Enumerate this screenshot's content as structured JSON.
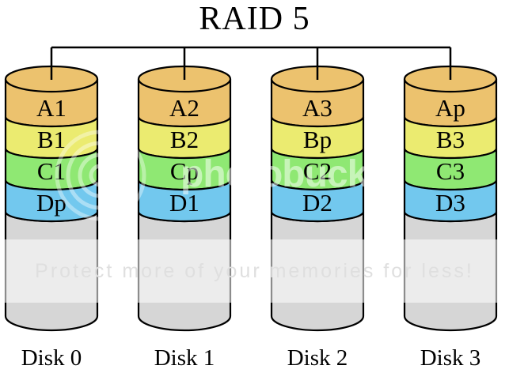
{
  "title": "RAID 5",
  "disks": [
    {
      "name": "Disk 0",
      "blocks": [
        "A1",
        "B1",
        "C1",
        "Dp"
      ]
    },
    {
      "name": "Disk 1",
      "blocks": [
        "A2",
        "B2",
        "Cp",
        "D1"
      ]
    },
    {
      "name": "Disk 2",
      "blocks": [
        "A3",
        "Bp",
        "C2",
        "D2"
      ]
    },
    {
      "name": "Disk 3",
      "blocks": [
        "Ap",
        "B3",
        "C3",
        "D3"
      ]
    }
  ],
  "block_colors": {
    "A": "#ECC26E",
    "B": "#EBEB70",
    "C": "#8FE873",
    "D": "#72C8EE"
  },
  "cylinder_color": "#D6D6D6",
  "outline_color": "#000000",
  "watermark": {
    "brand": "photobucket",
    "tagline": "Protect more of your memories for less!",
    "logo": "photobucket-rings-icon"
  }
}
